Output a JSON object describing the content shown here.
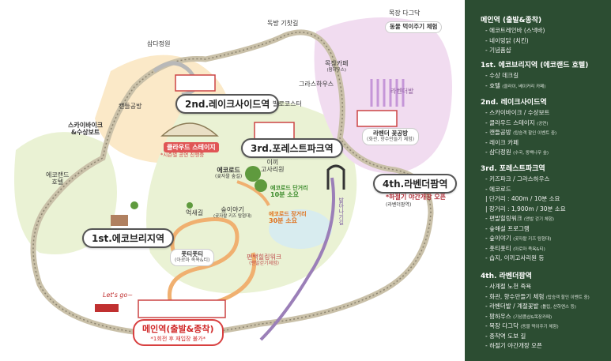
{
  "map": {
    "tracks": {
      "duckbang": "독방 기찻길",
      "ihagnagil": "발아나기길"
    },
    "stations": {
      "main": {
        "name": "메인역(출발&종착)",
        "note": "*1회전 후 재입장 불가*"
      },
      "s1": "1st.에코브리지역",
      "s2": "2nd.레이크사이드역",
      "s3": "3rd.포레스트파크역",
      "s4": "4th.라벤더팜역"
    },
    "places": {
      "samda": "삼다정원",
      "cantel": "캔들공방",
      "skybike": "스카이바이크\n&수상보트",
      "claude_stage": "클라우드 스테이지",
      "claude_note": "*시즌별 공연 진행중",
      "eco_hotel": "에코랜드\n호텔",
      "eco_road": "에코로드",
      "eco_road_sub": "(곶자왈 숲길)",
      "igosawon": "이끼\n고사리원",
      "short_course": "에코로드 단거리",
      "short_time": "10분 소요",
      "long_course": "에코로드 장거리",
      "long_time": "30분 소요",
      "yeoksaegil": "억새길",
      "sumiyagi": "숲이야기",
      "sumiyagi_sub": "(곶자왈 키즈 탐험대)",
      "putiputi": "풋티풋티",
      "putiputi_sub": "(아로마 족욕&티)",
      "pyeonbaek": "편백힐링워크",
      "pyeonbaek_sub": "(맨발걷기체험)",
      "balocoaster": "발로코스터",
      "grasshouse": "그라스하우스",
      "mokjang_cafe": "목장카페",
      "mokjang_cafe_sub": "(팜하우스)",
      "mokjang_dakta": "목장 다그닥",
      "feeding": "동물 먹이주기 체험",
      "lavender_field": "라벤더밭",
      "lavender_studio": "라벤더 꽃공방",
      "lavender_studio_sub": "(화관, 향수만들기 체험)",
      "night_market": "*하절기 야간개장 오픈",
      "night_sub": "(라벤더팜역)",
      "letsgo": "Let's go~"
    }
  },
  "legend": {
    "sections": [
      {
        "title": "메인역 (출발&종착)",
        "items": [
          {
            "t": "- 에코트레인바 (스낵바)"
          },
          {
            "t": "- 네이밍닭 (치킨)"
          },
          {
            "t": "- 기념품샵"
          }
        ]
      },
      {
        "title": "1st. 에코브리지역 (에코랜드 호텔)",
        "items": [
          {
            "t": "- 수상 데크길"
          },
          {
            "t": "- 호텔 ",
            "s": "(클라이, 베이커리 카페)"
          }
        ]
      },
      {
        "title": "2nd. 레이크사이드역",
        "items": [
          {
            "t": "- 스카이바이크 / 수상보트"
          },
          {
            "t": "- 클라우드 스테이지 ",
            "s": "(공연)"
          },
          {
            "t": "- 캔들공방 ",
            "s": "(탑승객 할인 이벤트 중)"
          },
          {
            "t": "- 레이크 카페"
          },
          {
            "t": "- 삼다정원 ",
            "s": "(수국, 동백나무 숲)"
          }
        ]
      },
      {
        "title": "3rd. 포레스트파크역",
        "items": [
          {
            "t": "- 키즈파크 / 그라스하우스"
          },
          {
            "t": "- 에코로드"
          },
          {
            "t": "  | 단거리 : 400m / 10분 소요"
          },
          {
            "t": "  | 장거리 : 1,900m / 30분 소요"
          },
          {
            "t": "- 편발힐링워크 ",
            "s": "(맨발 걷기 체험)"
          },
          {
            "t": "- 숲해설 프로그램"
          },
          {
            "t": "- 숲이야기 ",
            "s": "(곶자왈 키즈 탐험대)"
          },
          {
            "t": "- 풋티풋티 ",
            "s": "(아로마 족욕&티)"
          },
          {
            "t": "- 습지, 이끼고사리원 등"
          }
        ]
      },
      {
        "title": "4th. 라벤더팜역",
        "items": [
          {
            "t": "- 사계절 노천 족욕"
          },
          {
            "t": "- 화관, 향수만들기 체험 ",
            "s": "(탑승객 할인 이벤트 중)"
          },
          {
            "t": "- 라벤더밭 / 계절꽃밭 ",
            "s": "(튤립, 산하엔스 등)"
          },
          {
            "t": "- 팜하우스 ",
            "s": "(기념품샵&목장카페)"
          },
          {
            "t": "- 목장 다그닥 ",
            "s": "(동물 먹이주기 체험)"
          },
          {
            "t": "- 종착역 도보 길"
          },
          {
            "t": "- 하절기 야간개장 오픈"
          }
        ]
      }
    ]
  }
}
